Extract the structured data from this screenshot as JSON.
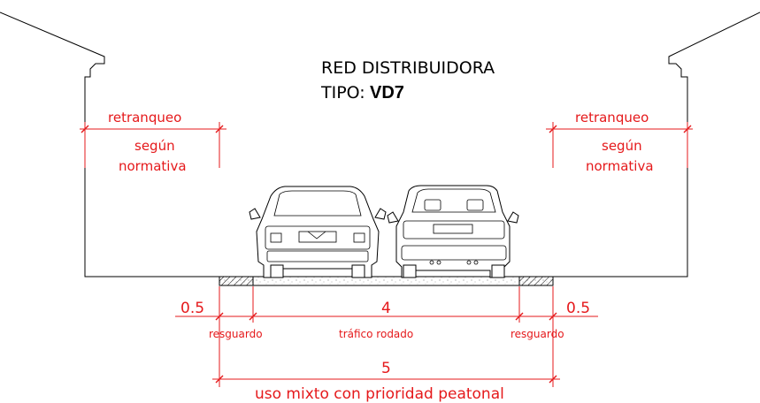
{
  "title": {
    "line1": "RED DISTRIBUIDORA",
    "tipo_label": "TIPO:",
    "tipo_value": "VD7"
  },
  "setback_left": {
    "label": "retranqueo",
    "line2": "según",
    "line3": "normativa"
  },
  "setback_right": {
    "label": "retranqueo",
    "line2": "según",
    "line3": "normativa"
  },
  "dimensions": {
    "left_width": "0.5",
    "left_label": "resguardo",
    "center_width": "4",
    "center_label": "tráfico rodado",
    "right_width": "0.5",
    "right_label": "resguardo",
    "total_width": "5",
    "total_label": "uso mixto con prioridad peatonal"
  },
  "colors": {
    "annotation": "#e5191b",
    "drawing": "#000000"
  }
}
